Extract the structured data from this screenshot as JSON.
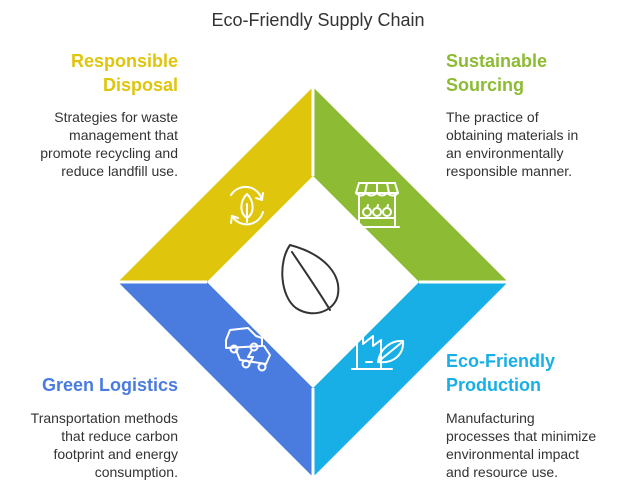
{
  "title": "Eco-Friendly Supply Chain",
  "colors": {
    "disposal": "#DFC50B",
    "sourcing": "#8DBB33",
    "logistics": "#4A7CE0",
    "production": "#18AFE6",
    "center": "#FFFFFF",
    "icon_stroke": "#FFFFFF",
    "leaf_stroke": "#333333"
  },
  "quadrants": {
    "disposal": {
      "heading": [
        "Responsible",
        "Disposal"
      ],
      "description": [
        "Strategies for waste",
        "management that",
        "promote recycling and",
        "reduce landfill use."
      ],
      "icon": "recycle-leaf-icon"
    },
    "sourcing": {
      "heading": [
        "Sustainable",
        "Sourcing"
      ],
      "description": [
        "The practice of",
        "obtaining materials in",
        "an environmentally",
        "responsible manner."
      ],
      "icon": "market-stall-icon"
    },
    "logistics": {
      "heading": [
        "Green Logistics"
      ],
      "description": [
        "Transportation methods",
        "that reduce carbon",
        "footprint and energy",
        "consumption."
      ],
      "icon": "electric-car-icon"
    },
    "production": {
      "heading": [
        "Eco-Friendly",
        "Production"
      ],
      "description": [
        "Manufacturing",
        "processes that minimize",
        "environmental impact",
        "and resource use."
      ],
      "icon": "green-factory-icon"
    }
  },
  "center_icon": "leaf-icon"
}
